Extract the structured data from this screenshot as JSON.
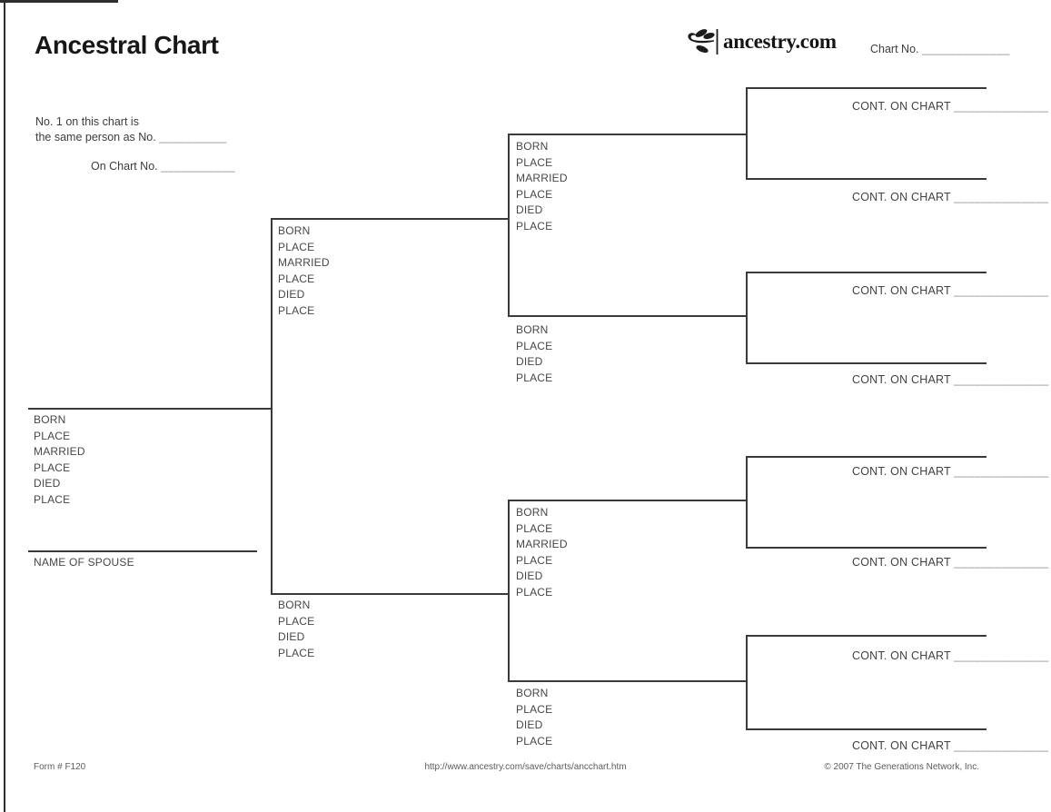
{
  "header": {
    "title": "Ancestral Chart",
    "logo_text": "ancestry.com",
    "chart_no_label": "Chart No.",
    "chart_no_blank": "_____________"
  },
  "intro": {
    "line1": "No. 1 on this chart is",
    "line2_label": "the same person as No.",
    "line2_blank": "__________",
    "line3_label": "On Chart No.",
    "line3_blank": "___________"
  },
  "fields": {
    "born": "BORN",
    "place": "PLACE",
    "married": "MARRIED",
    "died": "DIED",
    "name_of_spouse": "NAME OF SPOUSE"
  },
  "cont": {
    "label": "CONT. ON CHART",
    "blank": "______________"
  },
  "footer": {
    "form_number": "Form # F120",
    "url": "http://www.ancestry.com/save/charts/ancchart.htm",
    "copyright": "© 2007 The Generations Network, Inc."
  }
}
